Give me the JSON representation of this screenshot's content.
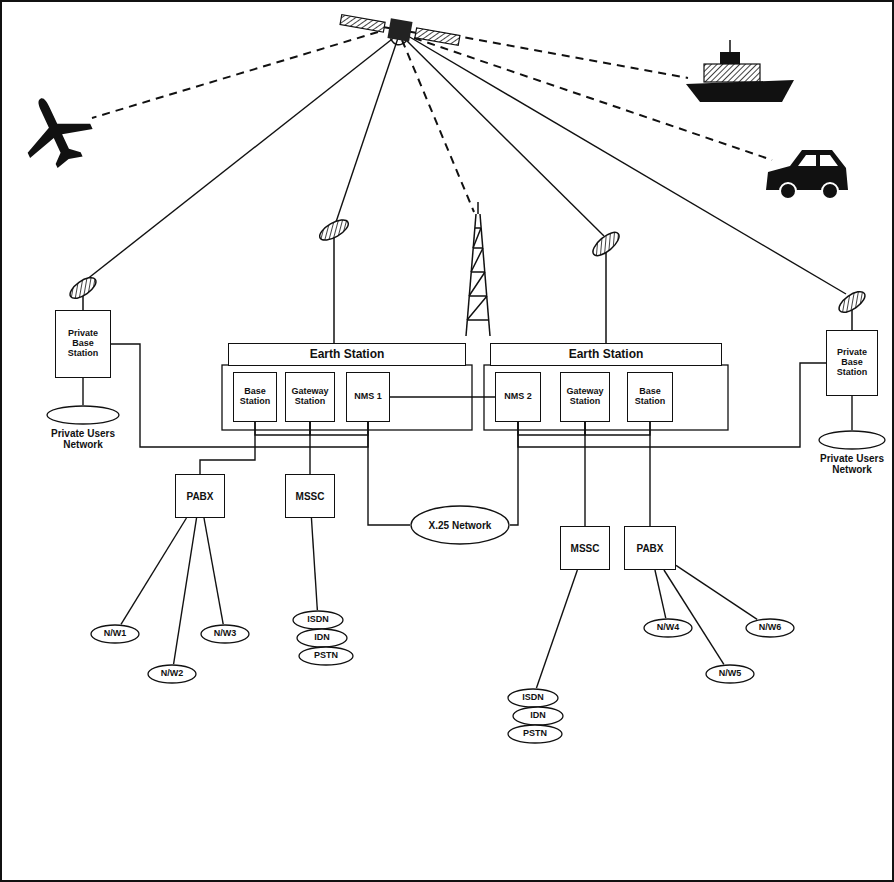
{
  "diagram": {
    "nodes": [
      {
        "text": [
          "Earth Station"
        ]
      },
      {
        "text": [
          "Base Station"
        ]
      },
      {
        "text": [
          "Gateway Station"
        ]
      },
      {
        "text": [
          "NMS 1"
        ]
      },
      {
        "text": [
          "Earth Station"
        ]
      },
      {
        "text": [
          "NMS 2"
        ]
      },
      {
        "text": [
          "Gateway Station"
        ]
      },
      {
        "text": [
          "Base Station"
        ]
      },
      {
        "text": [
          "Private Base Station"
        ]
      },
      {
        "text": [
          "Private Users Network"
        ]
      },
      {
        "text": [
          "Private Base Station"
        ]
      },
      {
        "text": [
          "Private Users Network"
        ]
      },
      {
        "text": [
          "X.25 Network"
        ]
      },
      {
        "text": [
          "PABX"
        ]
      },
      {
        "text": [
          "MSSC"
        ]
      },
      {
        "text": [
          "MSSC"
        ]
      },
      {
        "text": [
          "PABX"
        ]
      },
      {
        "text": [
          "N/W1"
        ]
      },
      {
        "text": [
          "N/W2"
        ]
      },
      {
        "text": [
          "N/W3"
        ]
      },
      {
        "text": [
          "ISDN"
        ]
      },
      {
        "text": [
          "IDN"
        ]
      },
      {
        "text": [
          "PSTN"
        ]
      },
      {
        "text": [
          "ISDN"
        ]
      },
      {
        "text": [
          "IDN"
        ]
      },
      {
        "text": [
          "PSTN"
        ]
      },
      {
        "text": [
          "N/W4"
        ]
      },
      {
        "text": [
          "N/W5"
        ]
      },
      {
        "text": [
          "N/W6"
        ]
      }
    ],
    "edges": [
      {
        "from": 8,
        "to": 9,
        "arrow": "none"
      },
      {
        "from": 8,
        "to": 3,
        "arrow": "none"
      },
      {
        "from": 1,
        "to": 2,
        "arrow": "none"
      },
      {
        "from": 2,
        "to": 3,
        "arrow": "none"
      },
      {
        "from": 1,
        "to": 13,
        "arrow": "none"
      },
      {
        "from": 2,
        "to": 14,
        "arrow": "none"
      },
      {
        "from": 3,
        "to": 12,
        "arrow": "none"
      },
      {
        "from": 3,
        "to": 5,
        "arrow": "none"
      },
      {
        "from": 12,
        "to": 5,
        "arrow": "none"
      },
      {
        "from": 13,
        "to": 17,
        "arrow": "none"
      },
      {
        "from": 13,
        "to": 18,
        "arrow": "none"
      },
      {
        "from": 13,
        "to": 19,
        "arrow": "none"
      },
      {
        "from": 14,
        "to": 20,
        "arrow": "none"
      },
      {
        "from": 5,
        "to": 6,
        "arrow": "none"
      },
      {
        "from": 6,
        "to": 7,
        "arrow": "none"
      },
      {
        "from": 6,
        "to": 15,
        "arrow": "none"
      },
      {
        "from": 7,
        "to": 16,
        "arrow": "none"
      },
      {
        "from": 10,
        "to": 11,
        "arrow": "none"
      },
      {
        "from": 10,
        "to": 5,
        "arrow": "none"
      },
      {
        "from": 16,
        "to": 26,
        "arrow": "none"
      },
      {
        "from": 16,
        "to": 27,
        "arrow": "none"
      },
      {
        "from": 16,
        "to": 28,
        "arrow": "none"
      },
      {
        "from": 15,
        "to": 23,
        "arrow": "none"
      }
    ]
  }
}
